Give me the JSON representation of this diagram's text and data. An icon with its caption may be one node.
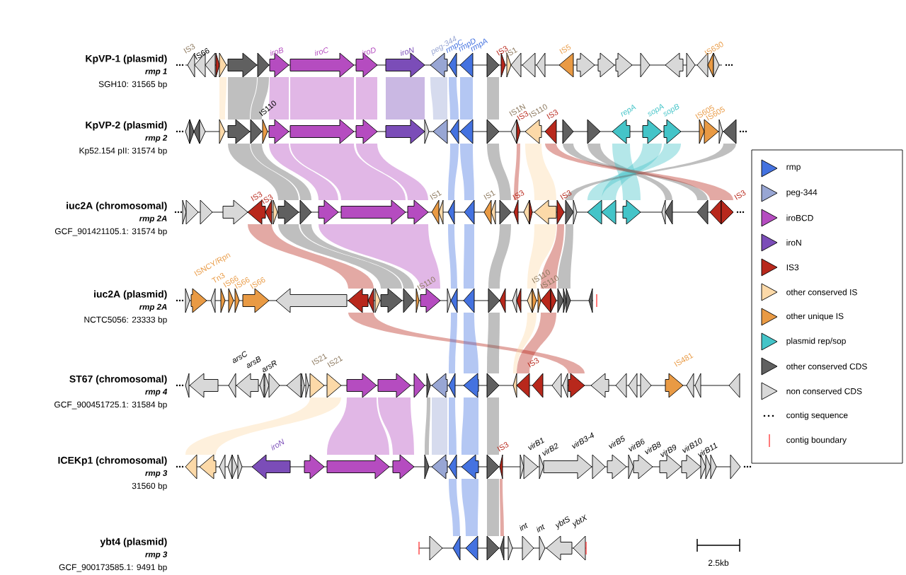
{
  "diagram": {
    "labels": [
      "IS3",
      "IS66",
      "iroB",
      "iroC",
      "iroD",
      "iroN",
      "peg-344",
      "rmpC",
      "rmpD",
      "rmpA",
      "IS3",
      "IS1",
      "IS5",
      "IS630",
      "KpVP-1 (plasmid)",
      "rmp 1",
      "SGH10: 31565 bp",
      "IS110",
      "IS1N",
      "IS3",
      "IS110",
      "IS3",
      "repA",
      "sopA",
      "sopB",
      "IS605",
      "IS605",
      "KpVP-2 (plasmid)",
      "rmp 2",
      "Kp52.154 pII: 31574 bp",
      "IS3",
      "IS3",
      "IS1",
      "IS1",
      "IS3",
      "IS3",
      "IS3",
      "iuc2A (chromosomal)",
      "rmp 2A",
      "GCF_901421105.1: 31574 bp",
      "ISNCY/Rpn",
      "Tn3",
      "IS66",
      "IS66",
      "IS66",
      "IS110",
      "IS110",
      "IS110",
      "iuc2A (plasmid)",
      "rmp 2A",
      "NCTC5056: 23333 bp",
      "arsC",
      "arsB",
      "arsR",
      "IS21",
      "IS21",
      "IS3",
      "IS481",
      "ST67 (chromosomal)",
      "rmp 4",
      "GCF_900451725.1: 31584 bp",
      "iroN",
      "IS3",
      "virB1",
      "virB2",
      "virB3-4",
      "virB5",
      "virB6",
      "virB8",
      "virB9",
      "virB10",
      "virB11",
      "ICEKp1 (chromosomal)",
      "rmp 3",
      "31560 bp",
      "int",
      "int",
      "ybtS",
      "ybtX",
      "ybt4 (plasmid)",
      "rmp 3",
      "GCF_900173585.1: 9491 bp",
      "2.5kb"
    ],
    "legend": [
      {
        "text": "rmp",
        "color": "#4472e0"
      },
      {
        "text": "peg-344",
        "color": "#98a6d4"
      },
      {
        "text": "iroBCD",
        "color": "#b54cc0"
      },
      {
        "text": "iroN",
        "color": "#7b4db8"
      },
      {
        "text": "IS3",
        "color": "#b8281c"
      },
      {
        "text": "other conserved IS",
        "color": "#fcd9a8"
      },
      {
        "text": "other unique IS",
        "color": "#e99a44"
      },
      {
        "text": "plasmid rep/sop",
        "color": "#44c4c8"
      },
      {
        "text": "other conserved CDS",
        "color": "#606060"
      },
      {
        "text": "non conserved CDS",
        "color": "#d8d8d8"
      },
      {
        "text": "contig sequence"
      },
      {
        "text": "contig boundary"
      }
    ]
  }
}
